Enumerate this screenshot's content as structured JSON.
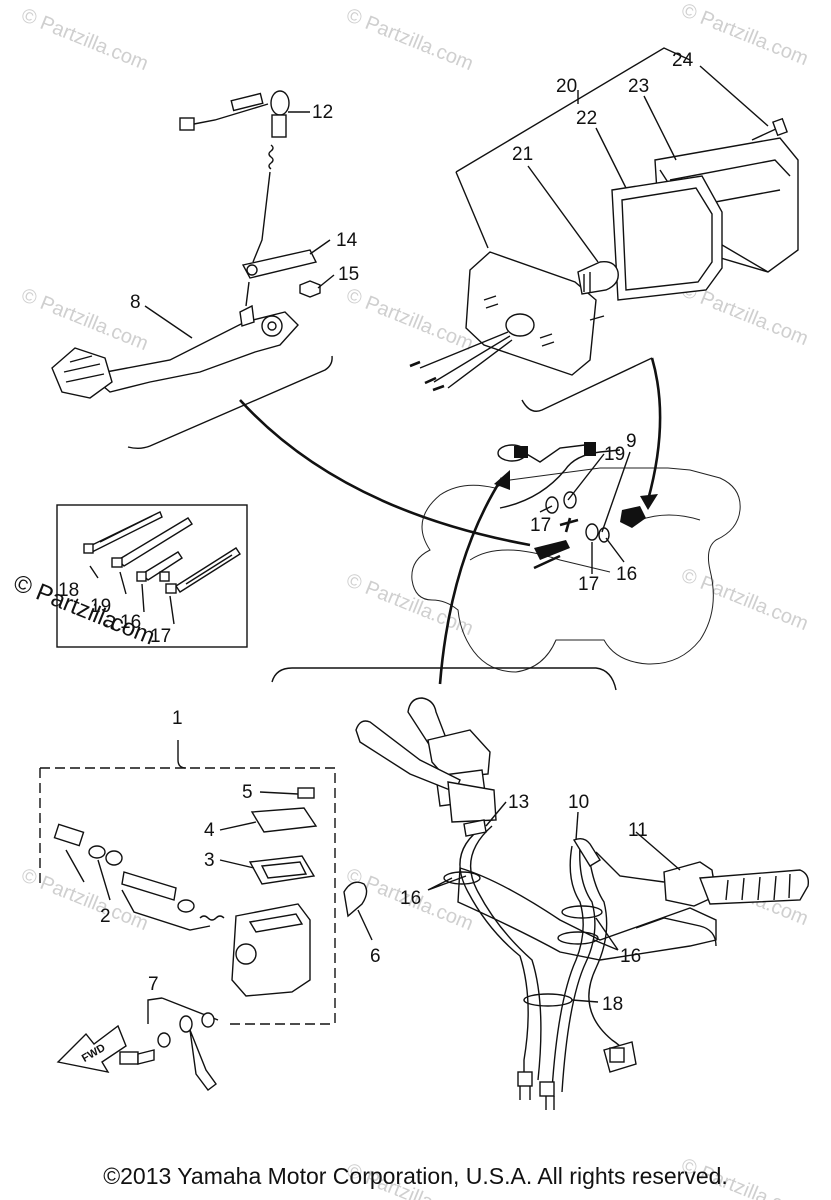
{
  "watermark": {
    "text": "© Partzilla.com",
    "large_text_line1": "© Partzilla",
    "large_text_line2": ".com"
  },
  "copyright": "©2013 Yamaha Motor Corporation, U.S.A. All rights reserved.",
  "fwd_arrow_label": "FWD",
  "callouts": {
    "c1": "1",
    "c2": "2",
    "c3": "3",
    "c4": "4",
    "c5": "5",
    "c6": "6",
    "c7": "7",
    "c8": "8",
    "c9": "9",
    "c10": "10",
    "c11": "11",
    "c12": "12",
    "c13": "13",
    "c14": "14",
    "c15": "15",
    "c16a": "16",
    "c16b": "16",
    "c16c": "16",
    "c16d": "16",
    "c17a": "17",
    "c17b": "17",
    "c17c": "17",
    "c18a": "18",
    "c18b": "18",
    "c19a": "19",
    "c19b": "19",
    "c20": "20",
    "c21": "21",
    "c22": "22",
    "c23": "23",
    "c24": "24"
  }
}
